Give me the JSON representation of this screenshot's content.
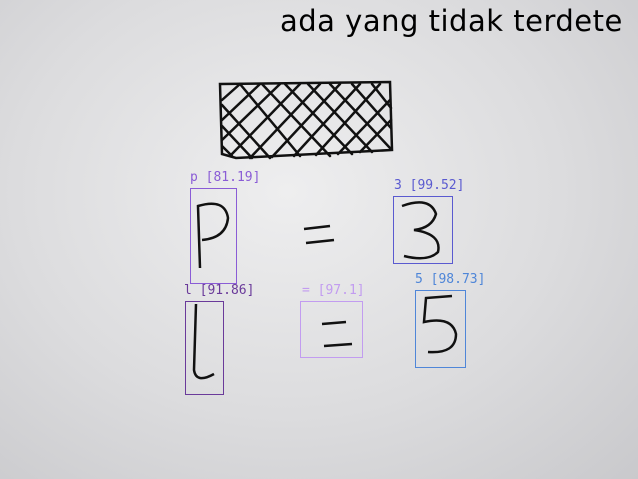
{
  "banner": {
    "text": "ada yang tidak terdete"
  },
  "detections": [
    {
      "label": "p [81.19]",
      "color": "#8a5cd6"
    },
    {
      "label": "3 [99.52]",
      "color": "#5a5ad0"
    },
    {
      "label": "l [91.86]",
      "color": "#6a3a9a"
    },
    {
      "label": "= [97.1]",
      "color": "#c29cf0"
    },
    {
      "label": "5 [98.73]",
      "color": "#4f86d8"
    }
  ]
}
